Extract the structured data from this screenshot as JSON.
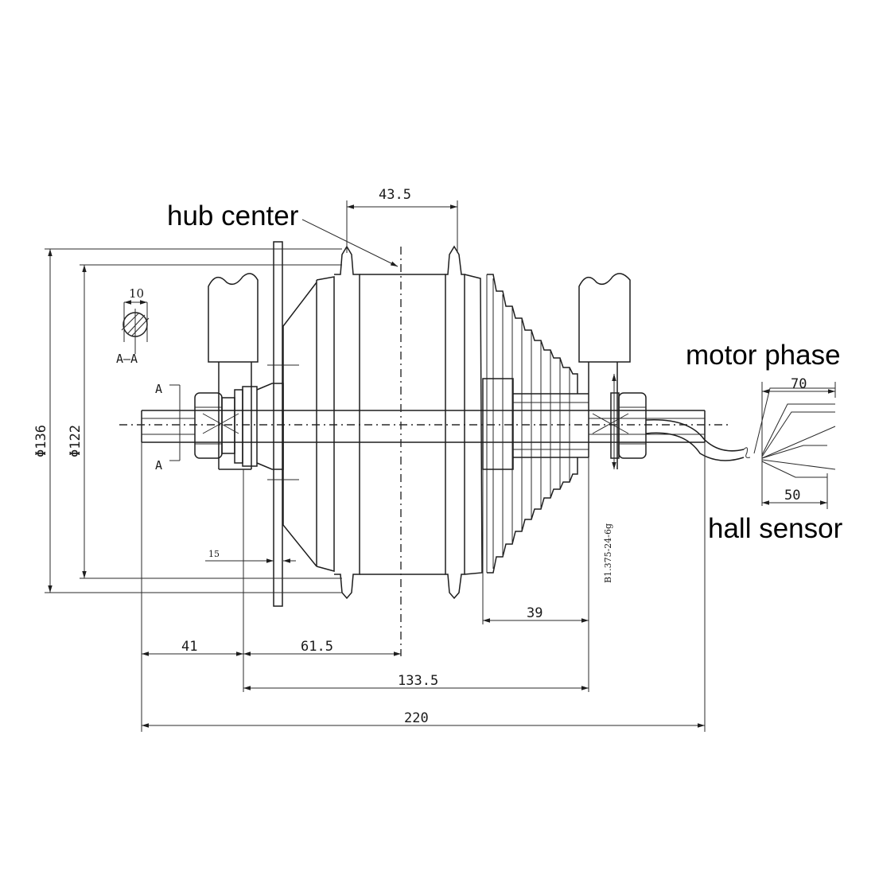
{
  "labels": {
    "hub_center": "hub center",
    "motor_phase": "motor phase",
    "hall_sensor": "hall sensor"
  },
  "dimensions": {
    "d_43_5": "43.5",
    "d_136": "Φ136",
    "d_122": "Φ122",
    "d_10": "10",
    "section": "A—A",
    "section_a_top": "A",
    "section_a_bottom": "A",
    "d_15": "15",
    "thread": "B1.375-24-6g",
    "d_39": "39",
    "d_41": "41",
    "d_61_5": "61.5",
    "d_133_5": "133.5",
    "d_220": "220",
    "d_70": "70",
    "d_50": "50"
  },
  "colors": {
    "line": "#1e1e1e",
    "background": "#ffffff"
  }
}
